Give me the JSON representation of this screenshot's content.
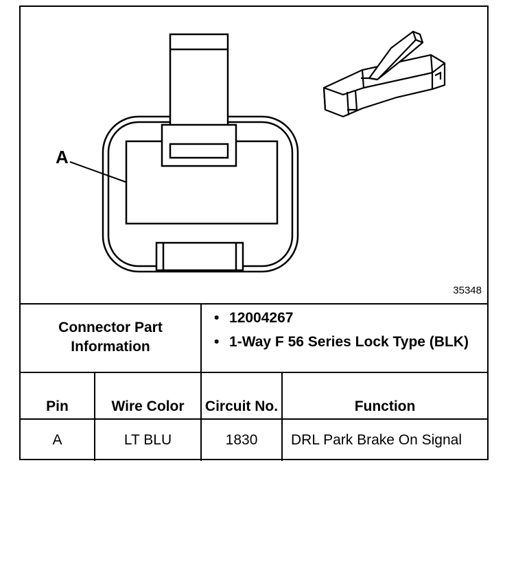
{
  "figure": {
    "pin_callout": "A",
    "figure_number": "35348"
  },
  "connector_info": {
    "label": "Connector Part Information",
    "items": [
      "12004267",
      "1-Way F 56 Series Lock Type (BLK)"
    ]
  },
  "table": {
    "headers": {
      "pin": "Pin",
      "wire_color": "Wire Color",
      "circuit": "Circuit No.",
      "function": "Function"
    },
    "rows": [
      {
        "pin": "A",
        "wire_color": "LT BLU",
        "circuit": "1830",
        "function": "DRL Park Brake On Signal"
      }
    ]
  }
}
